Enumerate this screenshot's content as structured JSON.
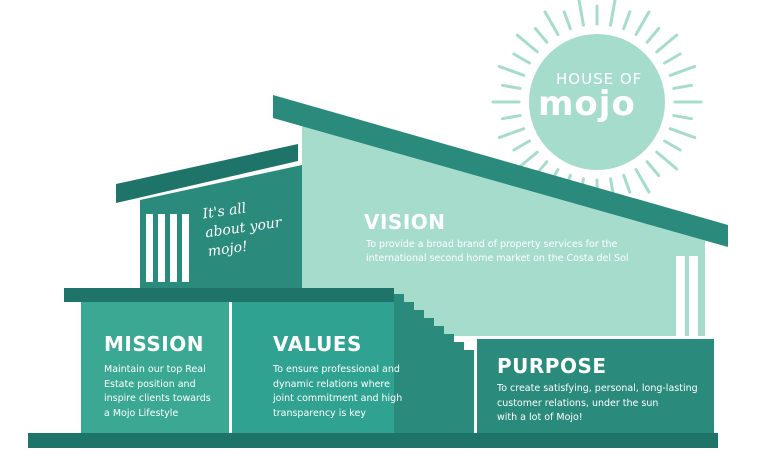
{
  "logo": {
    "line1": "HOUSE OF",
    "line2": "mojo"
  },
  "tagline": "It's all\nabout your\nmojo!",
  "vision": {
    "title": "VISION",
    "text": "To provide a broad brand of property services for the\ninternational second home market on the Costa del Sol"
  },
  "mission": {
    "title": "MISSION",
    "text": "Maintain our top Real\nEstate position and\ninspire clients towards\na Mojo Lifestyle"
  },
  "values": {
    "title": "VALUES",
    "text": "To ensure professional and\ndynamic relations where\njoint commitment and high\ntransparency is key"
  },
  "purpose": {
    "title": "PURPOSE",
    "text": "To create satisfying, personal, long-lasting\ncustomer relations, under the sun\nwith a lot of Mojo!"
  },
  "colors": {
    "dark": "#1e7469",
    "mid": "#2a8a7b",
    "light": "#a6dccc",
    "sun": "#a6dccc",
    "white": "#ffffff"
  }
}
